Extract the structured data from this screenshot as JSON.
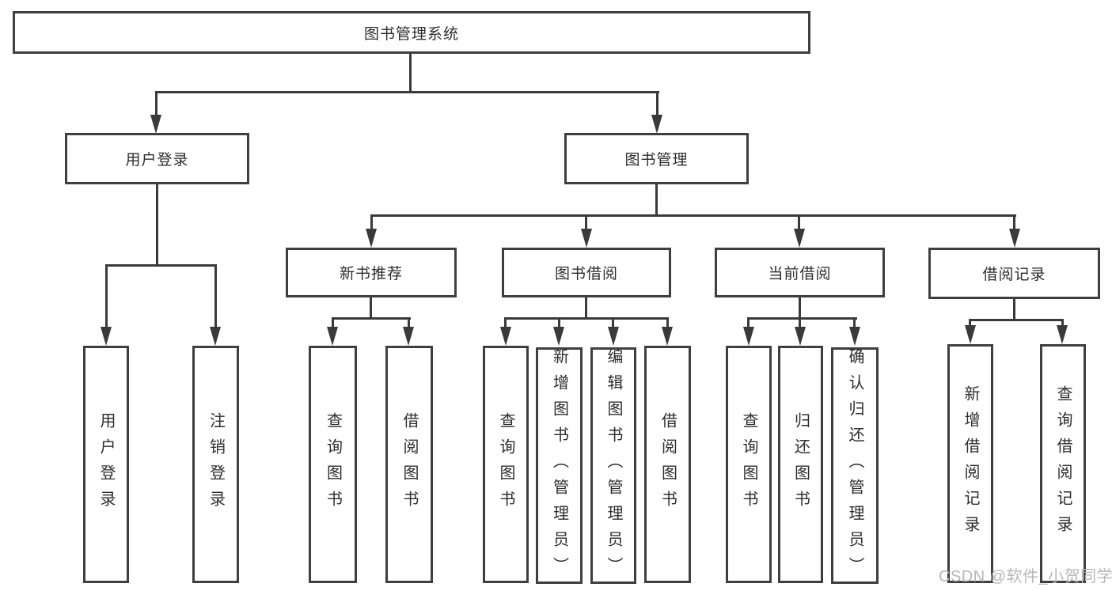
{
  "colors": {
    "background": "#ffffff",
    "box_border": "#3f3f3f",
    "connector": "#3a3a3a",
    "text": "#2d2d2d",
    "watermark": "#b7b7b7"
  },
  "watermark": "CSDN @软件_小贺同学",
  "tree": {
    "root": "图书管理系统",
    "branches": [
      {
        "label": "用户登录",
        "children": [
          "用户登录",
          "注销登录"
        ]
      },
      {
        "label": "图书管理",
        "children": [
          {
            "label": "新书推荐",
            "children": [
              "查询图书",
              "借阅图书"
            ]
          },
          {
            "label": "图书借阅",
            "children": [
              "查询图书",
              "新增图书（管理员）",
              "编辑图书（管理员）",
              "借阅图书"
            ]
          },
          {
            "label": "当前借阅",
            "children": [
              "查询图书",
              "归还图书",
              "确认归还（管理员）"
            ]
          },
          {
            "label": "借阅记录",
            "children": [
              "新增借阅记录",
              "查询借阅记录"
            ]
          }
        ]
      }
    ]
  }
}
